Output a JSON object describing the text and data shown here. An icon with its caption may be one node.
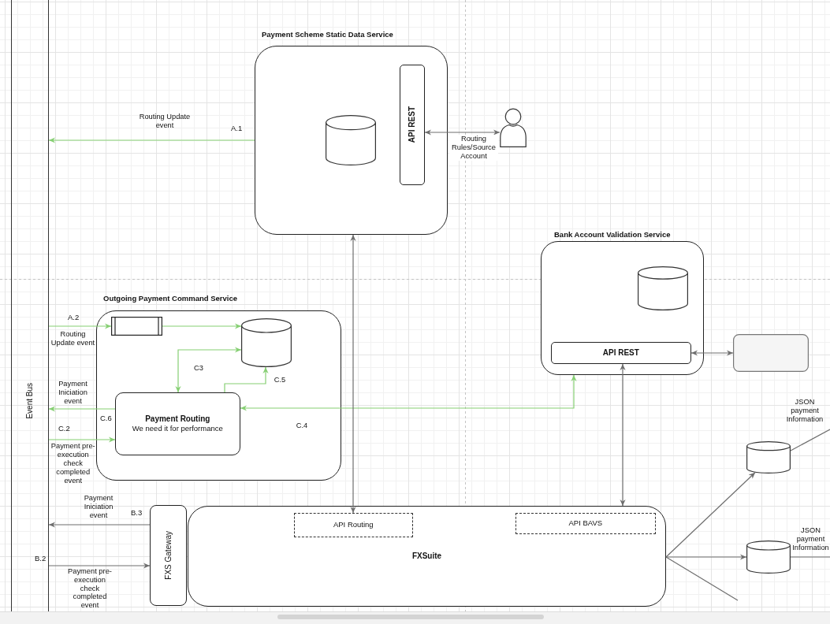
{
  "diagram": {
    "nodes": [
      {
        "text": [
          "Event Bus"
        ]
      },
      {
        "text": [
          "Payment Scheme Static Data Service"
        ]
      },
      {
        "text": [],
        "shape": "cylinder",
        "in": 1
      },
      {
        "text": [
          "API REST"
        ],
        "in": 1
      },
      {
        "text": [],
        "shape": "person"
      },
      {
        "text": [
          "Bank Account Validation Service"
        ]
      },
      {
        "text": [],
        "shape": "cylinder",
        "in": 5
      },
      {
        "text": [
          "API REST"
        ],
        "in": 5
      },
      {
        "text": [],
        "shape": "box"
      },
      {
        "text": [
          "Outgoing Payment Command Service"
        ]
      },
      {
        "text": [],
        "shape": "box",
        "in": 9
      },
      {
        "text": [],
        "shape": "cylinder",
        "in": 9
      },
      {
        "text": [
          "Payment Routing",
          "We need it for performance"
        ],
        "in": 9
      },
      {
        "text": [
          "FXS Gateway"
        ]
      },
      {
        "text": [
          "FXSuite"
        ]
      },
      {
        "text": [
          "API Routing"
        ],
        "in": 14
      },
      {
        "text": [
          "API BAVS"
        ],
        "in": 14
      },
      {
        "text": [],
        "shape": "cylinder"
      },
      {
        "text": [],
        "shape": "cylinder"
      }
    ],
    "edges": [
      {
        "from": 1,
        "to": 0,
        "arrow": "to",
        "label": "Routing Update event",
        "color": "#86cf73"
      },
      {
        "from": 3,
        "to": 4,
        "arrow": "both",
        "label": "Routing Rules/Source Account"
      },
      {
        "from": 0,
        "to": 10,
        "arrow": "to",
        "label": "Routing Update event",
        "color": "#86cf73"
      },
      {
        "from": 10,
        "to": 11,
        "arrow": "to",
        "color": "#86cf73"
      },
      {
        "from": 12,
        "to": 11,
        "arrow": "both",
        "label": "C3",
        "color": "#86cf73"
      },
      {
        "from": 12,
        "to": 11,
        "arrow": "to",
        "label": "C.5",
        "color": "#86cf73"
      },
      {
        "from": 12,
        "to": 0,
        "arrow": "to",
        "label": "Payment Iniciation event",
        "color": "#86cf73"
      },
      {
        "from": 0,
        "to": 12,
        "arrow": "to",
        "label": "Payment pre-execution check completed event",
        "color": "#86cf73"
      },
      {
        "from": 12,
        "to": 5,
        "arrow": "both",
        "label": "C.4",
        "color": "#86cf73"
      },
      {
        "from": 7,
        "to": 8,
        "arrow": "both"
      },
      {
        "from": 13,
        "to": 0,
        "arrow": "to",
        "label": "Payment Iniciation event"
      },
      {
        "from": 0,
        "to": 13,
        "arrow": "to",
        "label": "Payment pre-execution check completed event"
      },
      {
        "from": 1,
        "to": 15,
        "arrow": "both"
      },
      {
        "from": 7,
        "to": 14,
        "arrow": "both"
      },
      {
        "from": 14,
        "to": 17,
        "arrow": "to"
      },
      {
        "from": 14,
        "to": 18,
        "arrow": "to"
      },
      {
        "from": 14,
        "to": null,
        "arrow": "none"
      },
      {
        "from": 17,
        "to": null,
        "arrow": "none",
        "label": "JSON payment Information"
      },
      {
        "from": 18,
        "to": null,
        "arrow": "none",
        "label": "JSON payment Information"
      }
    ],
    "labels": [
      "A.1",
      "A.2",
      "C.6",
      "C.2",
      "B.3",
      "B.2"
    ]
  }
}
